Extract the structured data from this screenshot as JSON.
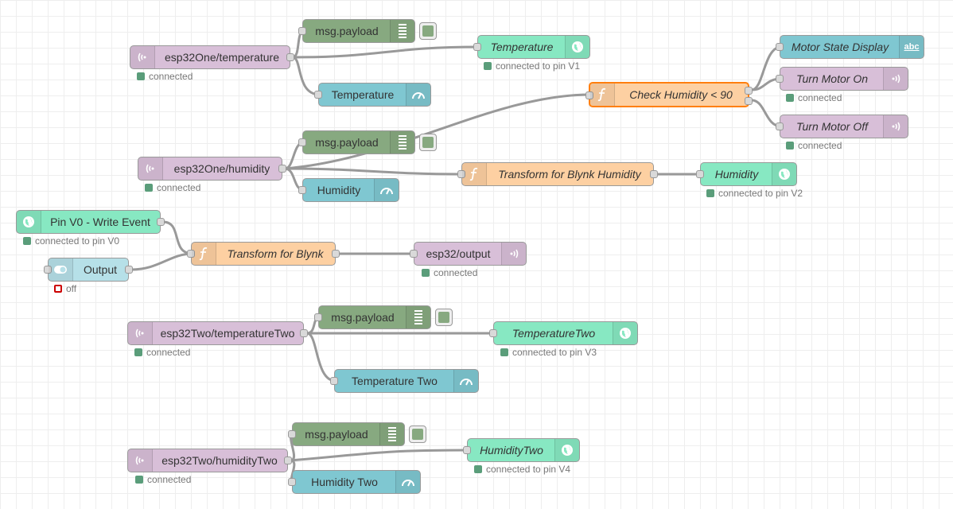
{
  "nodes": {
    "mqtt_temp": {
      "label": "esp32One/temperature",
      "status": "connected"
    },
    "dbg1": {
      "label": "msg.payload"
    },
    "blynk_temp": {
      "label": "Temperature",
      "status": "connected to pin V1"
    },
    "gauge_temp": {
      "label": "Temperature"
    },
    "check_hum": {
      "label": "Check Humidity < 90"
    },
    "motor_display": {
      "label": "Motor State Display"
    },
    "motor_on": {
      "label": "Turn Motor On",
      "status": "connected"
    },
    "motor_off": {
      "label": "Turn Motor Off",
      "status": "connected"
    },
    "mqtt_hum": {
      "label": "esp32One/humidity",
      "status": "connected"
    },
    "dbg2": {
      "label": "msg.payload"
    },
    "func_hum": {
      "label": "Transform for Blynk Humidity"
    },
    "blynk_hum": {
      "label": "Humidity",
      "status": "connected to pin V2"
    },
    "gauge_hum": {
      "label": "Humidity"
    },
    "pin_v0": {
      "label": "Pin V0 - Write Event",
      "status": "connected to pin V0"
    },
    "output_switch": {
      "label": "Output",
      "status": "off"
    },
    "func_blynk": {
      "label": "Transform for Blynk"
    },
    "mqtt_out": {
      "label": "esp32/output",
      "status": "connected"
    },
    "mqtt_temp2": {
      "label": "esp32Two/temperatureTwo",
      "status": "connected"
    },
    "dbg3": {
      "label": "msg.payload"
    },
    "blynk_temp2": {
      "label": "TemperatureTwo",
      "status": "connected to pin V3"
    },
    "gauge_temp2": {
      "label": "Temperature Two"
    },
    "mqtt_hum2": {
      "label": "esp32Two/humidityTwo",
      "status": "connected"
    },
    "dbg4": {
      "label": "msg.payload"
    },
    "blynk_hum2": {
      "label": "HumidityTwo",
      "status": "connected to pin V4"
    },
    "gauge_hum2": {
      "label": "Humidity Two"
    }
  },
  "icons": {
    "mqtt": "wifi-signal-icon",
    "debug": "list-lines-icon",
    "gauge": "gauge-icon",
    "blynk": "globe-icon",
    "function": "function-f-icon",
    "switch": "toggle-icon",
    "text": "abc-icon"
  },
  "colors": {
    "mqtt": "#d8bfd8",
    "debug": "#87a980",
    "gauge": "#7fc7d1",
    "blynk": "#87e8c2",
    "function": "#fdd0a2",
    "switch": "#b6e0e8",
    "selected": "#ff7f0e",
    "status_ok": "#5a9d7a",
    "status_off": "#cc0000"
  },
  "text_icon_label": "abc"
}
